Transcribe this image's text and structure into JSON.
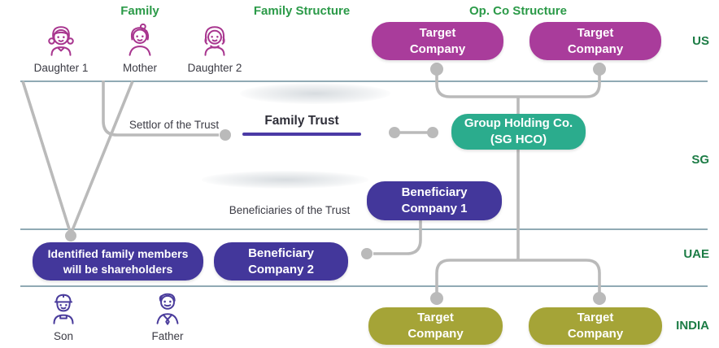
{
  "colors": {
    "magenta": "#A93C9B",
    "teal": "#2BAC8D",
    "purple": "#43379B",
    "olive": "#A5A437",
    "header_green": "#2B9A48",
    "label_green": "#1C7C45",
    "divider": "#5A8290",
    "connector": "#BABABA",
    "trust_underline": "#4B3AA5",
    "text_dark": "#3B3B44",
    "icon_magenta": "#A8368F",
    "icon_indigo": "#4A3C9C"
  },
  "headers": {
    "family": "Family",
    "family_structure": "Family Structure",
    "opco_structure": "Op. Co Structure"
  },
  "jurisdictions": [
    {
      "label": "US"
    },
    {
      "label": "SG"
    },
    {
      "label": "UAE"
    },
    {
      "label": "INDIA"
    }
  ],
  "family_members": [
    {
      "name": "Daughter 1"
    },
    {
      "name": "Mother"
    },
    {
      "name": "Daughter 2"
    },
    {
      "name": "Son"
    },
    {
      "name": "Father"
    }
  ],
  "annotations": {
    "settlor": "Settlor of the Trust",
    "family_trust": "Family Trust",
    "beneficiaries": "Beneficiaries of the Trust"
  },
  "boxes": [
    {
      "id": "target-company-us-1",
      "line1": "Target",
      "line2": "Company"
    },
    {
      "id": "target-company-us-2",
      "line1": "Target",
      "line2": "Company"
    },
    {
      "id": "group-holding-co",
      "line1": "Group Holding Co.",
      "line2": "(SG HCO)"
    },
    {
      "id": "beneficiary-company-1",
      "line1": "Beneficiary",
      "line2": "Company 1"
    },
    {
      "id": "identified-family-members",
      "line1": "Identified family members",
      "line2": "will be shareholders"
    },
    {
      "id": "beneficiary-company-2",
      "line1": "Beneficiary",
      "line2": "Company 2"
    },
    {
      "id": "target-company-india-1",
      "line1": "Target",
      "line2": "Company"
    },
    {
      "id": "target-company-india-2",
      "line1": "Target",
      "line2": "Company"
    }
  ]
}
